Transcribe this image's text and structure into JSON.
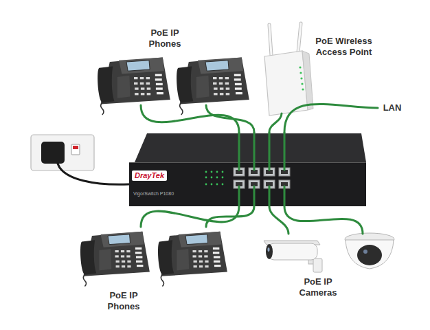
{
  "diagram": {
    "nodes": [
      {
        "text": [
          "DrayTek",
          "VigorSwitch P1080"
        ]
      },
      {
        "text": [
          "PoE IP Phones"
        ]
      },
      {
        "text": [
          "PoE Wireless Access Point"
        ]
      },
      {
        "text": [
          "LAN"
        ]
      },
      {
        "text": [
          "PoE IP Phones"
        ]
      },
      {
        "text": [
          "PoE IP Cameras"
        ]
      }
    ],
    "edges": [
      {
        "from": 0,
        "to": 1,
        "arrow": "none"
      },
      {
        "from": 0,
        "to": 1,
        "arrow": "none"
      },
      {
        "from": 0,
        "to": 2,
        "arrow": "none"
      },
      {
        "from": 0,
        "to": 3,
        "arrow": "none"
      },
      {
        "from": 0,
        "to": 4,
        "arrow": "none"
      },
      {
        "from": 0,
        "to": 4,
        "arrow": "none"
      },
      {
        "from": 0,
        "to": 5,
        "arrow": "none"
      },
      {
        "from": 0,
        "to": 5,
        "arrow": "none"
      }
    ]
  }
}
